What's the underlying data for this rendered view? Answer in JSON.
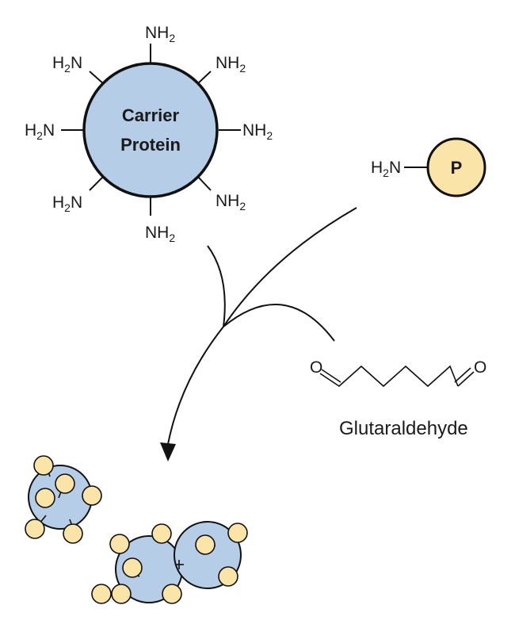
{
  "carrier": {
    "label_line1": "Carrier",
    "label_line2": "Protein",
    "fill_color": "#b5cde6",
    "amine_main": "NH",
    "amine_main_left": "H",
    "amine_sub": "2",
    "amine_n_left": "N"
  },
  "peptide": {
    "symbol": "P",
    "fill_color": "#fbe4a7",
    "amine_h": "H",
    "amine_sub": "2",
    "amine_n": "N"
  },
  "crosslinker": {
    "name": "Glutaraldehyde",
    "oxygen": "O"
  },
  "colors": {
    "stroke": "#111111",
    "background": "#ffffff"
  }
}
